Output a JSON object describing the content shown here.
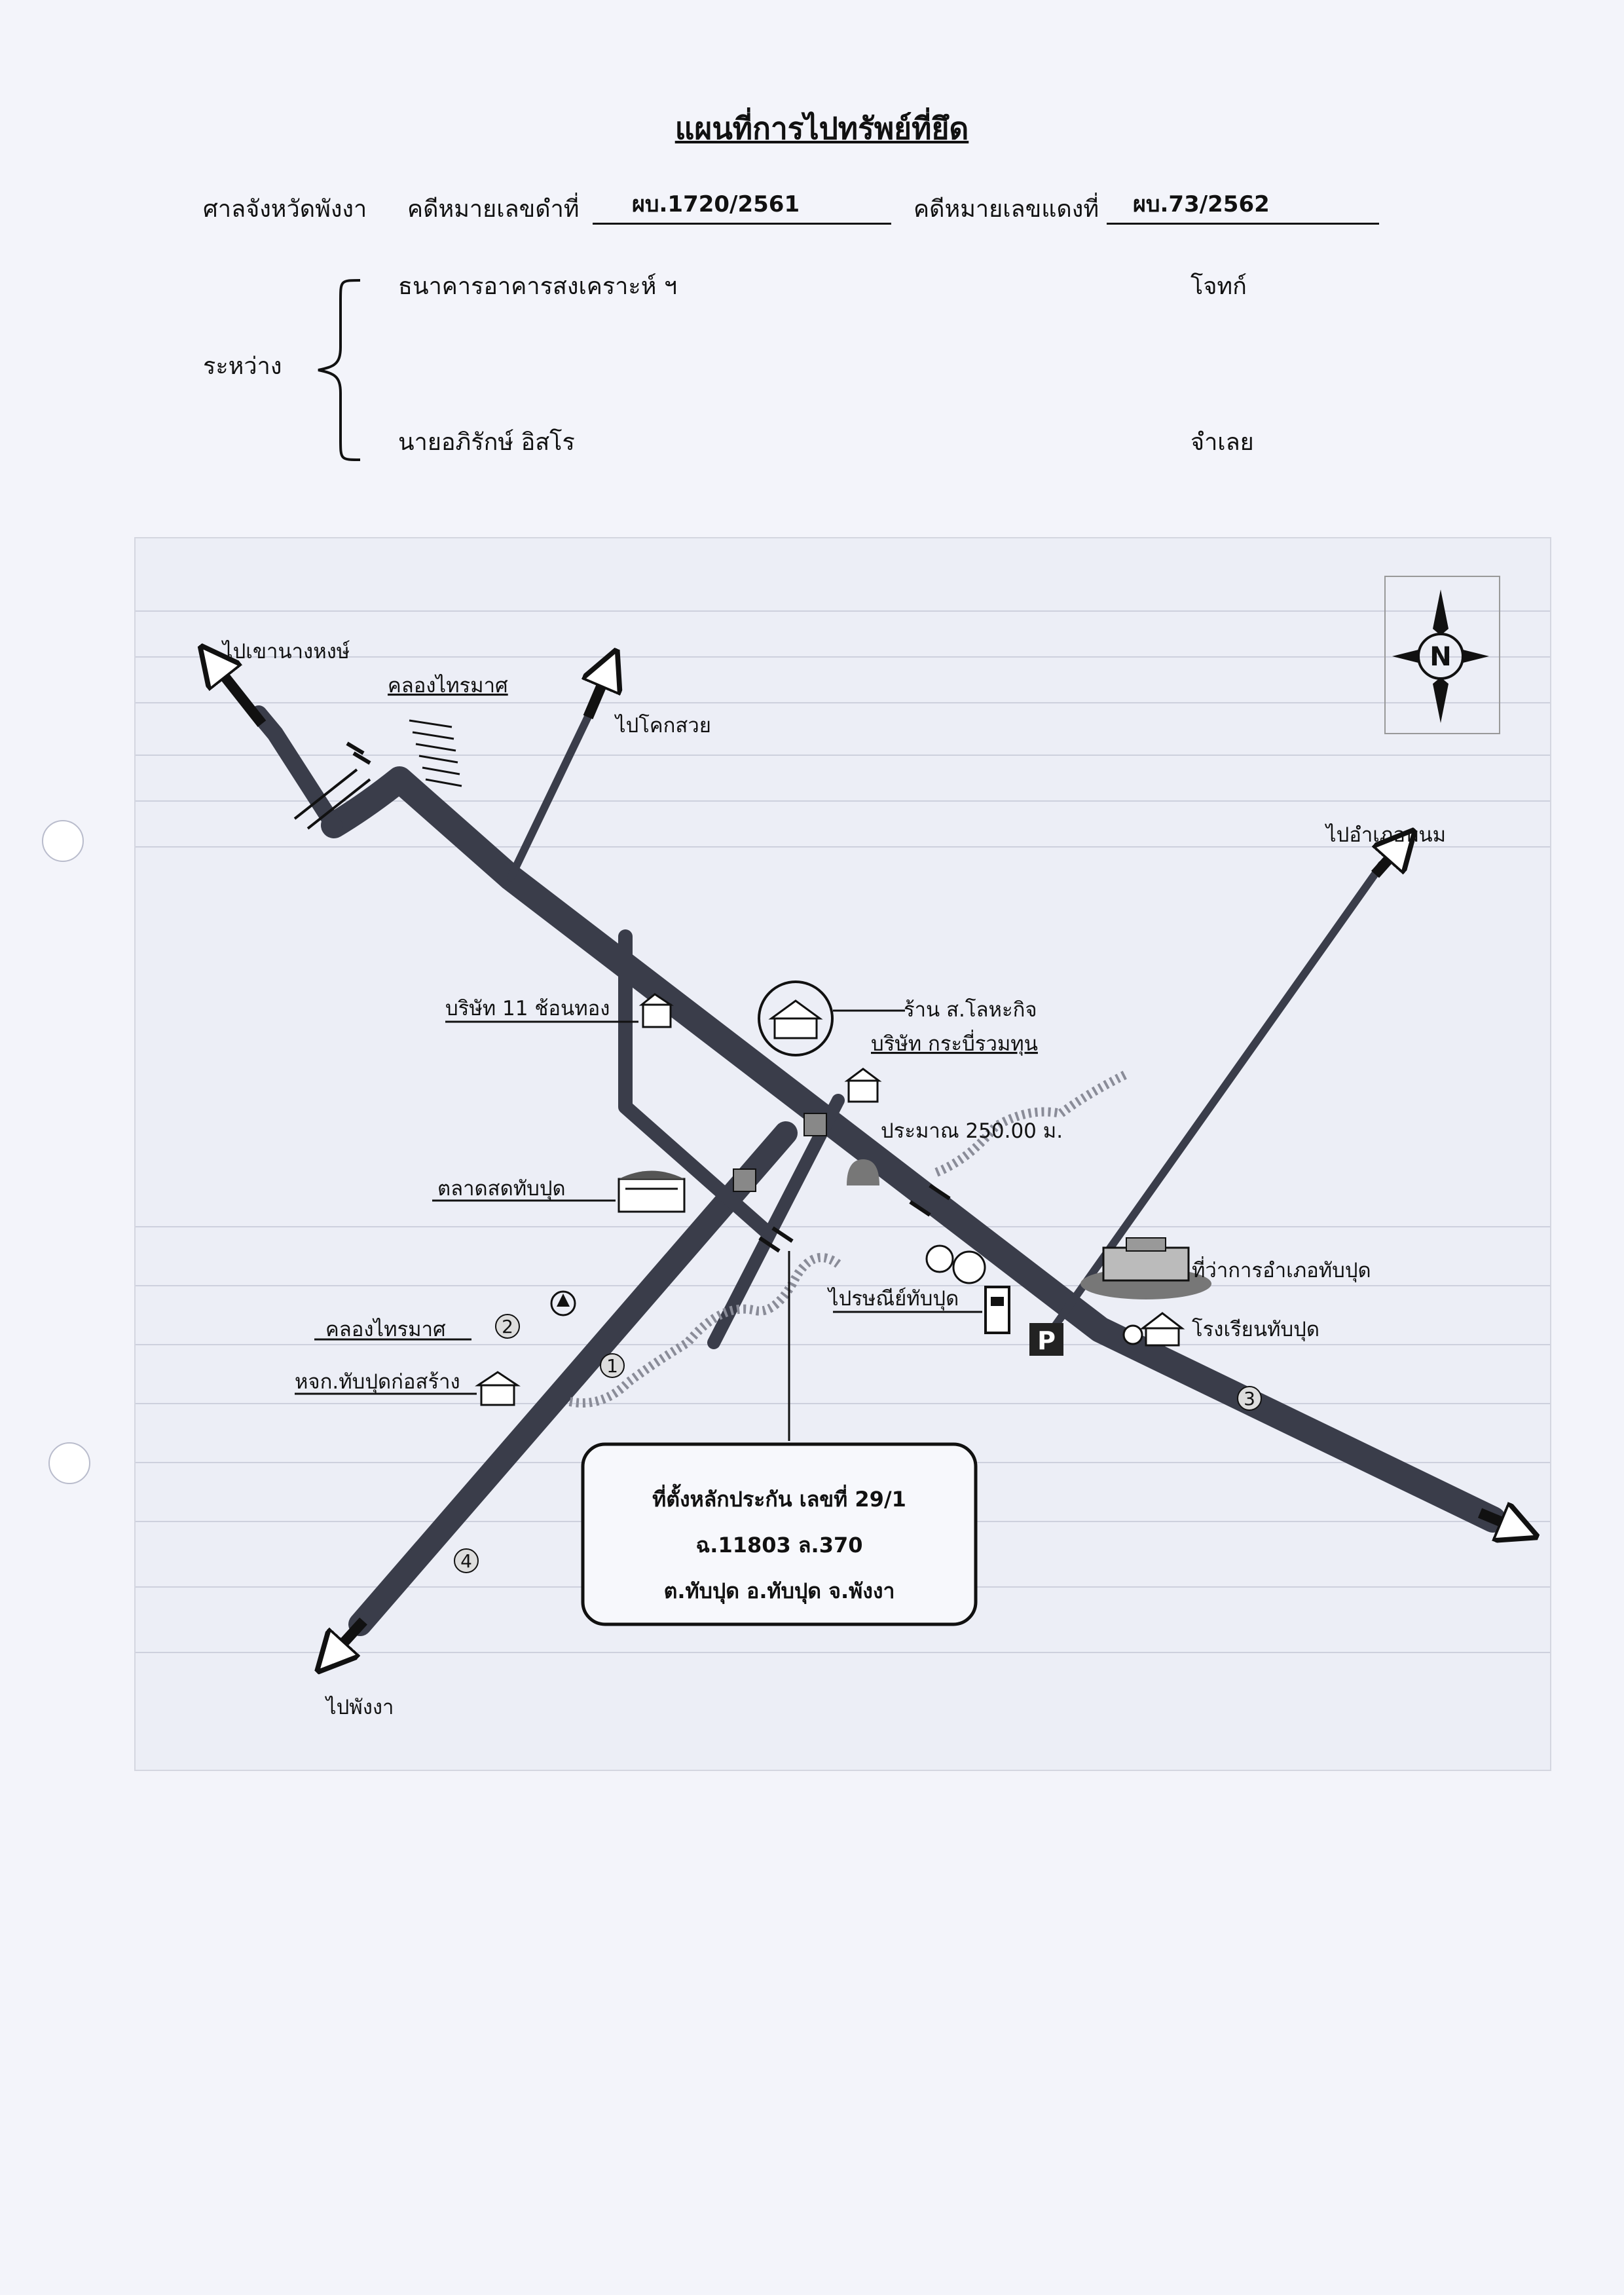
{
  "document": {
    "title": "แผนที่การไปทรัพย์ที่ยึด",
    "court": "ศาลจังหวัดพังงา",
    "black_case_label": "คดีหมายเลขดำที่",
    "black_case_value": "ผบ.1720/2561",
    "red_case_label": "คดีหมายเลขแดงที่",
    "red_case_value": "ผบ.73/2562",
    "between_label": "ระหว่าง",
    "plaintiff_name": "ธนาคารอาคารสงเคราะห์ ฯ",
    "plaintiff_role": "โจทก์",
    "defendant_name": "นายอภิรักษ์ อิสโร",
    "defendant_role": "จำเลย"
  },
  "map": {
    "labels": {
      "to_khao_nang_hong": "ไปเขานางหงษ์",
      "khlong_thrai_mat_top": "คลองไทรมาศ",
      "to_khok_suai": "ไปโคกสวย",
      "to_amphoe_phanom": "ไปอำเภอพนม",
      "company_11_sonthong": "บริษัท 11 ช้อนทอง",
      "shop_so_lohakit": "ร้าน ส.โลหะกิจ",
      "company_krabi": "บริษัท กระบี่รวมทุน",
      "approx_distance": "ประมาณ 250.00 ม.",
      "fresh_market": "ตลาดสดทับปุด",
      "district_office": "ที่ว่าการอำเภอทับปุด",
      "post_office": "ไปรษณีย์ทับปุด",
      "school": "โรงเรียนทับปุด",
      "khlong_thrai_mat_bottom": "คลองไทรมาศ",
      "construction_shop": "หจก.ทับปุดก่อสร้าง",
      "to_phang_nga": "ไปพังงา",
      "parking_symbol": "P",
      "north_symbol": "N"
    },
    "markers": [
      "1",
      "2",
      "3",
      "4"
    ],
    "location_box": {
      "line1": "ที่ตั้งหลักประกัน เลขที่ 29/1",
      "line2": "ฉ.11803 ล.370",
      "line3": "ต.ทับปุด อ.ทับปุด จ.พังงา"
    }
  },
  "colors": {
    "road": "#3a3d4a",
    "ink": "#111111",
    "map_background": "#eceef6",
    "stream": "#8a8c98"
  }
}
